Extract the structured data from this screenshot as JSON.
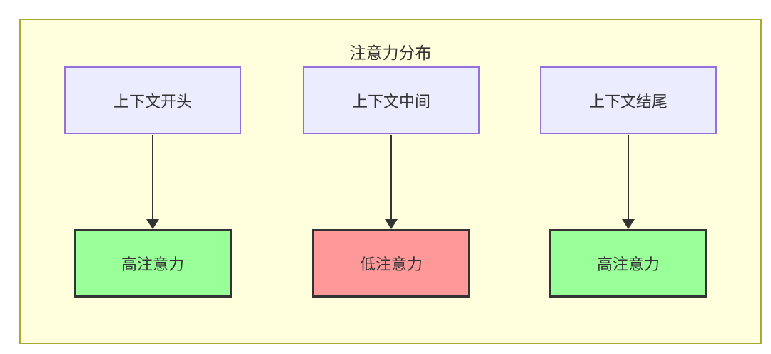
{
  "diagram": {
    "title": "注意力分布",
    "top_nodes": [
      {
        "id": "A",
        "label": "上下文开头"
      },
      {
        "id": "B",
        "label": "上下文中间"
      },
      {
        "id": "C",
        "label": "上下文结尾"
      }
    ],
    "bottom_nodes": [
      {
        "id": "D",
        "label": "高注意力",
        "level": "high"
      },
      {
        "id": "E",
        "label": "低注意力",
        "level": "low"
      },
      {
        "id": "F",
        "label": "高注意力",
        "level": "high"
      }
    ],
    "edges": [
      {
        "from": "上下文开头",
        "to": "高注意力"
      },
      {
        "from": "上下文中间",
        "to": "低注意力"
      },
      {
        "from": "上下文结尾",
        "to": "高注意力"
      }
    ],
    "colors": {
      "container_fill": "#ffffde",
      "container_border": "#aaaa33",
      "context_node_fill": "#ececff",
      "context_node_border": "#9370db",
      "high_attention_fill": "#99ff99",
      "low_attention_fill": "#ff9999",
      "attention_node_border": "#333333",
      "arrow": "#333333",
      "text": "#333333"
    }
  }
}
